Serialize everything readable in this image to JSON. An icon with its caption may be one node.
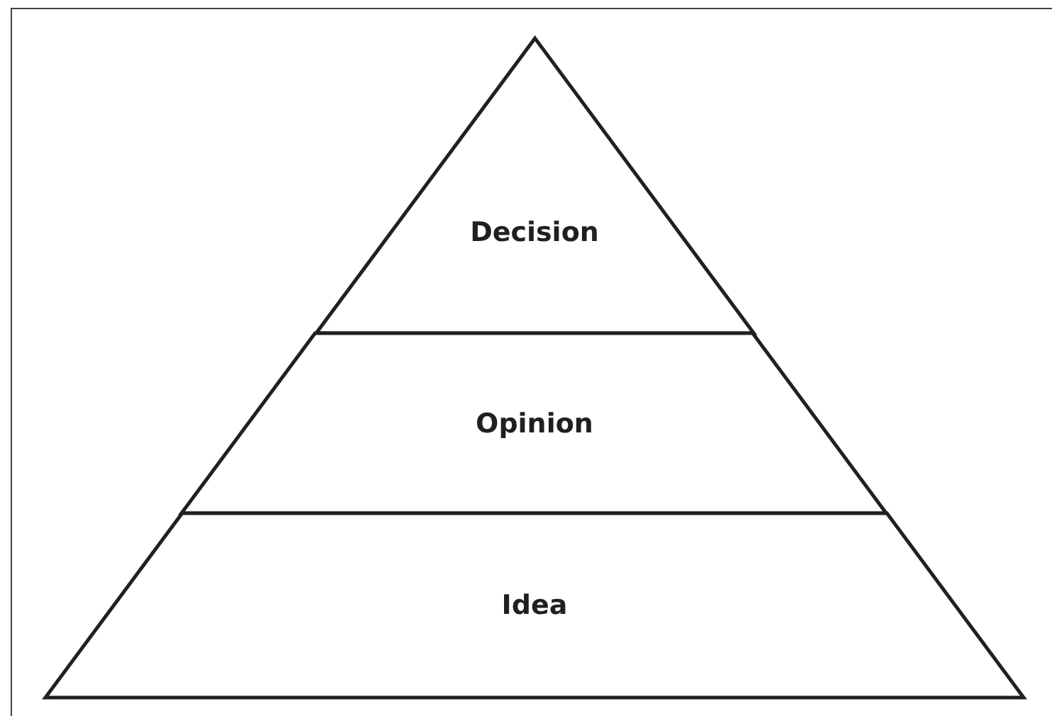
{
  "diagram": {
    "nodes": [
      {
        "text": [
          "Decision"
        ]
      },
      {
        "text": [
          "Opinion"
        ]
      },
      {
        "text": [
          "Idea"
        ]
      }
    ]
  }
}
